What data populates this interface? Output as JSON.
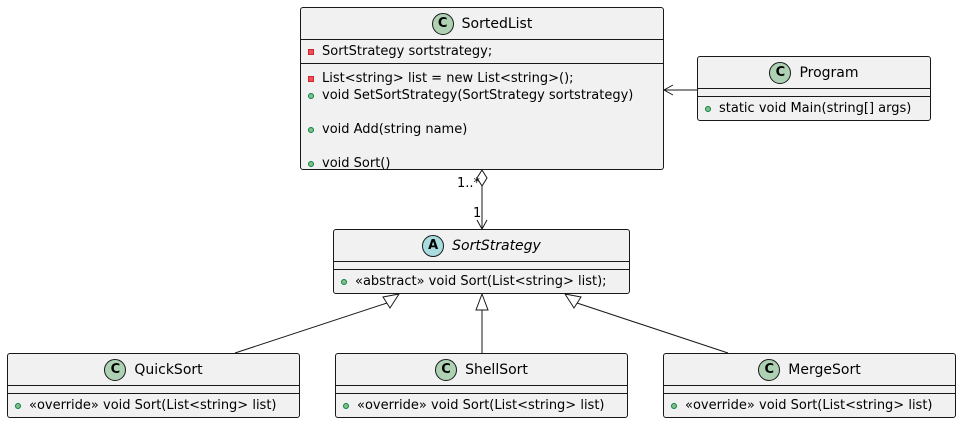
{
  "classes": {
    "sortedlist": {
      "badge": "C",
      "name": "SortedList",
      "field_vis": "private",
      "field": "SortStrategy sortstrategy;",
      "method1": "List<string> list = new List<string>();",
      "method2": "void SetSortStrategy(SortStrategy sortstrategy)",
      "method3": "void Add(string name)",
      "method4": "void Sort()"
    },
    "program": {
      "badge": "C",
      "name": "Program",
      "method1": "static void Main(string[] args)"
    },
    "sortstrategy": {
      "badge": "A",
      "name": "SortStrategy",
      "abstract": true,
      "method1": "«abstract» void Sort(List<string> list);"
    },
    "quicksort": {
      "badge": "C",
      "name": "QuickSort",
      "method1": "«override» void Sort(List<string> list)"
    },
    "shellsort": {
      "badge": "C",
      "name": "ShellSort",
      "method1": "«override» void Sort(List<string> list)"
    },
    "mergesort": {
      "badge": "C",
      "name": "MergeSort",
      "method1": "«override» void Sort(List<string> list)"
    }
  },
  "relations": {
    "aggregation": {
      "from": "SortedList",
      "to": "SortStrategy",
      "source_multiplicity": "1..*",
      "target_multiplicity": "1"
    },
    "dependency": {
      "from": "Program",
      "to": "SortedList"
    },
    "generalizations": [
      {
        "from": "QuickSort",
        "to": "SortStrategy"
      },
      {
        "from": "ShellSort",
        "to": "SortStrategy"
      },
      {
        "from": "MergeSort",
        "to": "SortStrategy"
      }
    ]
  },
  "colors": {
    "class_fill": "#f1f1f1",
    "border": "#181818",
    "class_badge": "#add1b2",
    "abstract_badge": "#a9dcdf",
    "public_marker": "#84be84",
    "private_marker": "#f24d5c"
  }
}
